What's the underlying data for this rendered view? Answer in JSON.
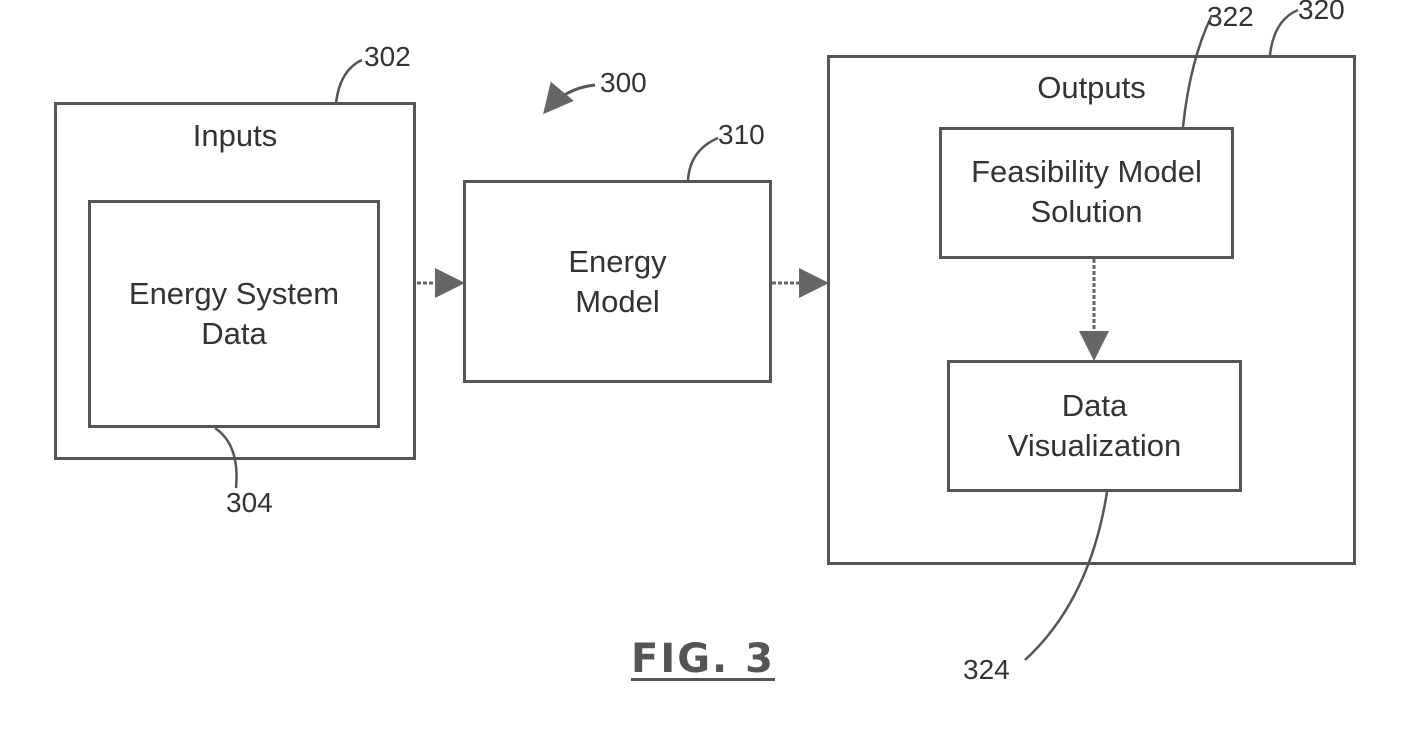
{
  "figure": {
    "ref": "300",
    "caption": "FIG. 3"
  },
  "inputs": {
    "ref": "302",
    "title": "Inputs",
    "data_box": {
      "ref": "304",
      "line1": "Energy System",
      "line2": "Data"
    }
  },
  "model": {
    "ref": "310",
    "line1": "Energy",
    "line2": "Model"
  },
  "outputs": {
    "ref": "320",
    "title": "Outputs",
    "feasibility": {
      "ref": "322",
      "line1": "Feasibility Model",
      "line2": "Solution"
    },
    "visualization": {
      "ref": "324",
      "line1": "Data",
      "line2": "Visualization"
    }
  },
  "colors": {
    "stroke": "#555555",
    "text": "#333333"
  }
}
